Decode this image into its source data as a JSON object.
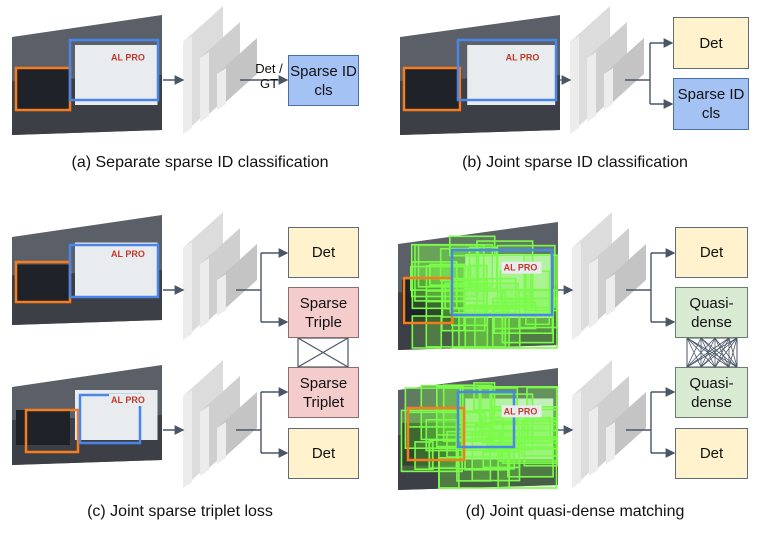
{
  "panels": {
    "a": {
      "caption": "(a) Separate sparse ID classification",
      "arrow_label_line1": "Det /",
      "arrow_label_line2": "GT",
      "head": "Sparse ID cls"
    },
    "b": {
      "caption": "(b) Joint sparse ID classification",
      "head_top": "Det",
      "head_bottom": "Sparse ID cls"
    },
    "c": {
      "caption": "(c) Joint sparse triplet loss",
      "heads": [
        "Det",
        "Sparse Triple",
        "Sparse Triplet",
        "Det"
      ]
    },
    "d": {
      "caption": "(d) Joint quasi-dense matching",
      "heads": [
        "Det",
        "Quasi-dense",
        "Quasi-dense",
        "Det"
      ]
    }
  },
  "image_text": "AL PRO",
  "colors": {
    "det": "#fff2cc",
    "sparse_id": "#a4c2f4",
    "triplet": "#f4cccc",
    "quasi_dense": "#d9ead3",
    "box_orange": "#f57c1f",
    "box_blue": "#4a86e8",
    "box_green": "#7cfc4a"
  }
}
